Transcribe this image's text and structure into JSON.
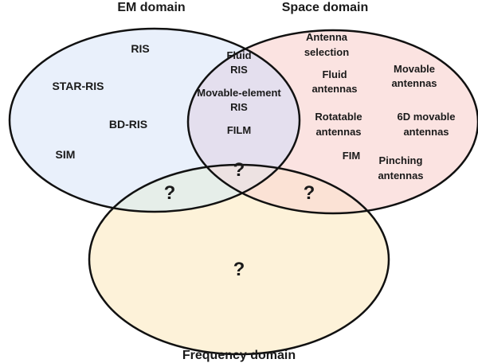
{
  "domains": {
    "em": {
      "title": "EM domain",
      "color": "#e9f0fb"
    },
    "space": {
      "title": "Space domain",
      "color": "#fbe3e1"
    },
    "frequency": {
      "title": "Frequency domain",
      "color": "#fdf2d9"
    }
  },
  "em_only": [
    "RIS",
    "STAR-RIS",
    "BD-RIS",
    "SIM"
  ],
  "em_space": [
    "Fluid",
    "RIS",
    "Movable-element",
    "RIS",
    "FILM"
  ],
  "space_only": [
    "Antenna",
    "selection",
    "Fluid",
    "antennas",
    "Movable",
    "antennas",
    "Rotatable",
    "antennas",
    "6D movable",
    "antennas",
    "FIM",
    "Pinching",
    "antennas"
  ],
  "unknowns": {
    "em_space_freq": "?",
    "em_freq": "?",
    "space_freq": "?",
    "freq_only": "?"
  }
}
